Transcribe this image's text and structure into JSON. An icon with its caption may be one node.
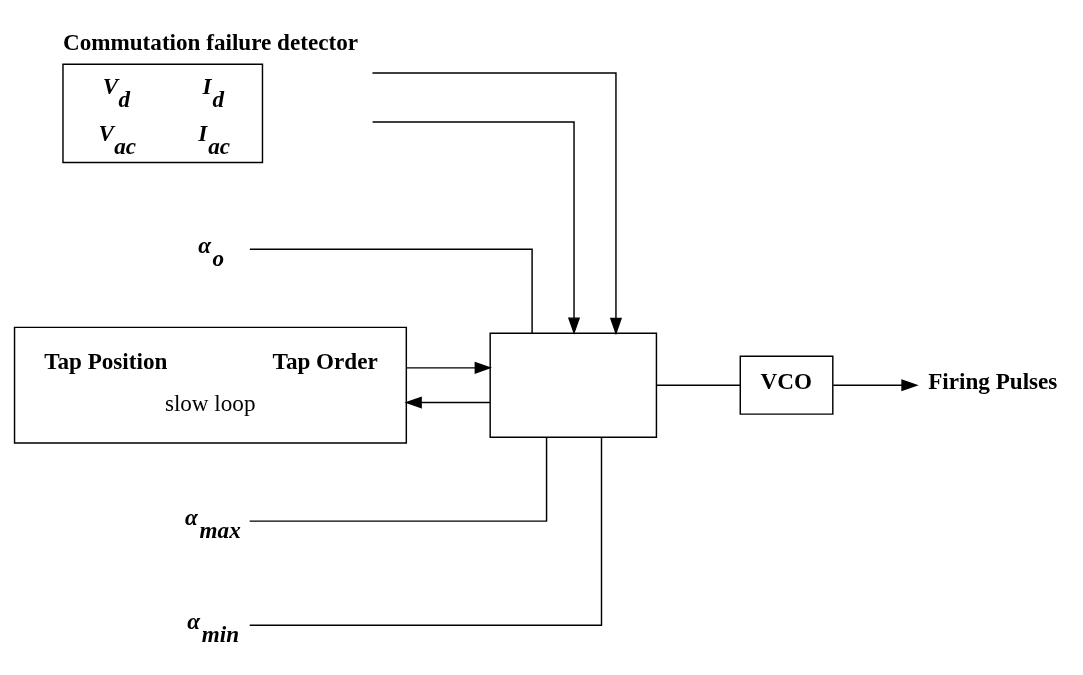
{
  "diagram": {
    "nodes": [
      {
        "text": [
          "Commutation failure detector",
          "V$_{d}$",
          "I$_{d}$",
          "V$_{ac}$",
          "I$_{ac}$"
        ]
      },
      {
        "text": [
          "α$_{o}$"
        ]
      },
      {
        "text": [],
        "shape": "box"
      },
      {
        "text": [
          "α$_{max}$"
        ]
      },
      {
        "text": [
          "α$_{min}$"
        ]
      },
      {
        "text": [
          "VCO"
        ]
      },
      {
        "text": [
          "Firing Pulses"
        ]
      },
      {
        "text": [
          "Tap Position",
          "Tap Order",
          "slow loop"
        ]
      }
    ],
    "edges": [
      {
        "from": 0,
        "to": 2,
        "arrow": "to"
      },
      {
        "from": 0,
        "to": 2,
        "arrow": "to"
      },
      {
        "from": 1,
        "to": 2,
        "arrow": "none"
      },
      {
        "from": 3,
        "to": 2,
        "arrow": "none"
      },
      {
        "from": 4,
        "to": 2,
        "arrow": "none"
      },
      {
        "from": 2,
        "to": 5,
        "arrow": "none"
      },
      {
        "from": 5,
        "to": 6,
        "arrow": "to"
      },
      {
        "from": 7,
        "to": 2,
        "arrow": "to"
      },
      {
        "from": 2,
        "to": 7,
        "arrow": "to"
      }
    ]
  }
}
